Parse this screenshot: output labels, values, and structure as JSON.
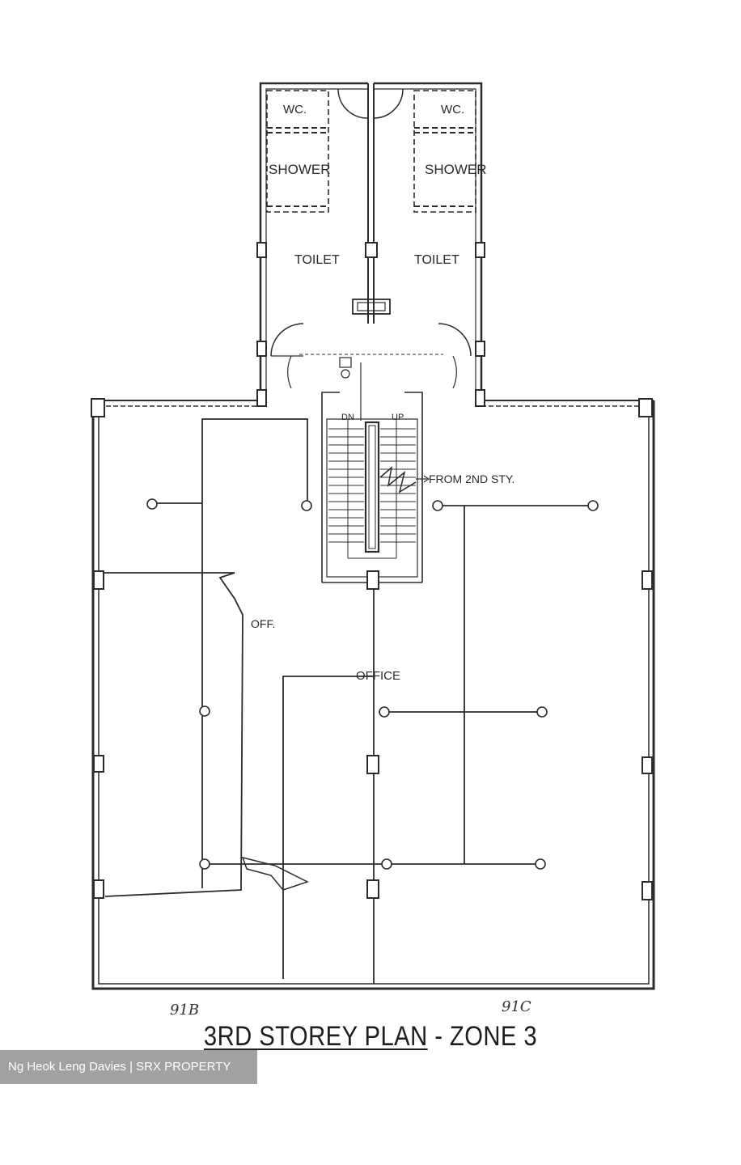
{
  "plan": {
    "title_part1": "3RD STOREY PLAN",
    "title_sep": " - ",
    "title_part2": "ZONE 3",
    "rooms": {
      "wc_left": "WC.",
      "wc_right": "WC.",
      "shower_left": "SHOWER",
      "shower_right": "SHOWER",
      "toilet_left": "TOILET",
      "toilet_right": "TOILET",
      "office": "OFFICE",
      "off": "OFF."
    },
    "stair": {
      "down": "DN",
      "up": "UP",
      "from": "FROM 2ND STY."
    },
    "unit_left": "91B",
    "unit_right": "91C"
  },
  "watermark": "Ng Heok Leng Davies | SRX PROPERTY"
}
